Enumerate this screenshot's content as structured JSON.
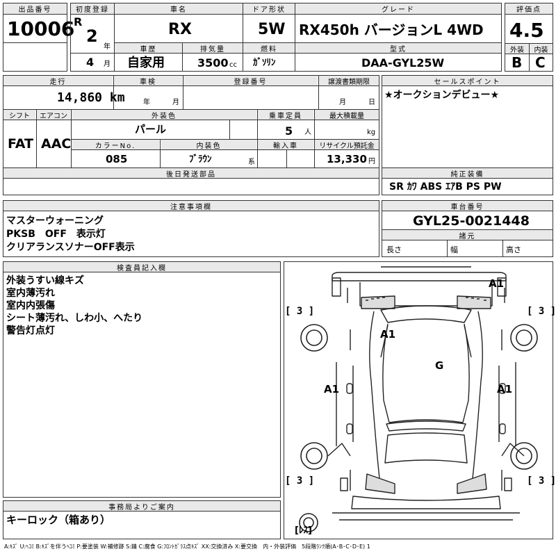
{
  "header": {
    "lot_no_label": "出品番号",
    "lot_no": "10006",
    "first_reg_label": "初度登録",
    "era": "R",
    "year": "2",
    "year_unit": "年",
    "month": "4",
    "month_unit": "月",
    "car_name_label": "車名",
    "car_name": "RX",
    "door_label": "ドア形状",
    "door": "5W",
    "grade_label": "グレード",
    "grade": "RX450h バージョンL 4WD",
    "score_label": "評価点",
    "score": "4.5",
    "history_label": "車歴",
    "history": "自家用",
    "displacement_label": "排気量",
    "displacement": "3500",
    "displacement_unit": "cc",
    "fuel_label": "燃料",
    "fuel": "ｶﾞｿﾘﾝ",
    "model_label": "型式",
    "model": "DAA-GYL25W",
    "exterior_label": "外装",
    "exterior": "B",
    "interior_label": "内装",
    "interior": "C"
  },
  "row2": {
    "mileage_label": "走行",
    "mileage": "14,860 km",
    "inspection_label": "車検",
    "inspection_year_unit": "年",
    "inspection_month_unit": "月",
    "reg_no_label": "登録番号",
    "transfer_label": "譲渡書類期限",
    "transfer_month_unit": "月",
    "transfer_day_unit": "日",
    "sales_point_label": "セールスポイント",
    "sales_point": "★オークションデビュー★"
  },
  "row3": {
    "shift_label": "シフト",
    "shift": "FAT",
    "ac_label": "エアコン",
    "ac": "AAC",
    "color_label": "外装色",
    "color": "パール",
    "capacity_label": "乗車定員",
    "capacity": "5",
    "capacity_unit": "人",
    "max_load_label": "最大積載量",
    "max_load_unit": "kg",
    "color_no_label": "カラーNo.",
    "color_no": "085",
    "int_color_label": "内装色",
    "int_color": "ﾌﾞﾗｳﾝ",
    "int_color_unit": "系",
    "import_label": "輸入車",
    "recycle_label": "リサイクル預託金",
    "recycle": "13,330",
    "recycle_unit": "円",
    "later_parts_label": "後日発送部品",
    "equipment_label": "純正装備",
    "equipment": "SR ｶﾜ ABS ｴｱB PS PW"
  },
  "notes": {
    "label": "注意事項欄",
    "lines": [
      "マスターウォーニング",
      "PKSB　OFF　表示灯",
      "クリアランスソナーOFF表示"
    ]
  },
  "chassis": {
    "label": "車台番号",
    "value": "GYL25-0021448",
    "specs_label": "諸元",
    "length_label": "長さ",
    "width_label": "幅",
    "height_label": "高さ"
  },
  "inspector": {
    "label": "検査員記入欄",
    "lines": [
      "外装うすい線キズ",
      "室内薄汚れ",
      "室内内張傷",
      "シート薄汚れ、しわ小、へたり",
      "警告灯点灯"
    ]
  },
  "office": {
    "label": "事務局よりご案内",
    "value": "キーロック（箱あり）"
  },
  "diagram": {
    "mark_a1_rear": "A1",
    "mark_a1_roof": "A1",
    "mark_g": "G",
    "mark_a1_left": "A1",
    "mark_a1_right": "A1",
    "tire_fl": "[ 3 ]",
    "tire_fr": "[ 3 ]",
    "tire_rl": "[ 3 ]",
    "tire_rr": "[ 3 ]",
    "spare": "[ﾚｽ]"
  },
  "legend": "A:ｷｽﾞ U:ﾍｺﾐ B:ｷｽﾞを伴うﾍｺﾐ P:要塗装 W:補修跡 S:錆 C:腐食 G:ﾌﾛﾝﾄｶﾞﾗｽ点ｷｽﾞ XX:交換済み X:要交換　内・外装評価　5段階ﾗﾝｸ順(A･B･C･D･E) 1"
}
